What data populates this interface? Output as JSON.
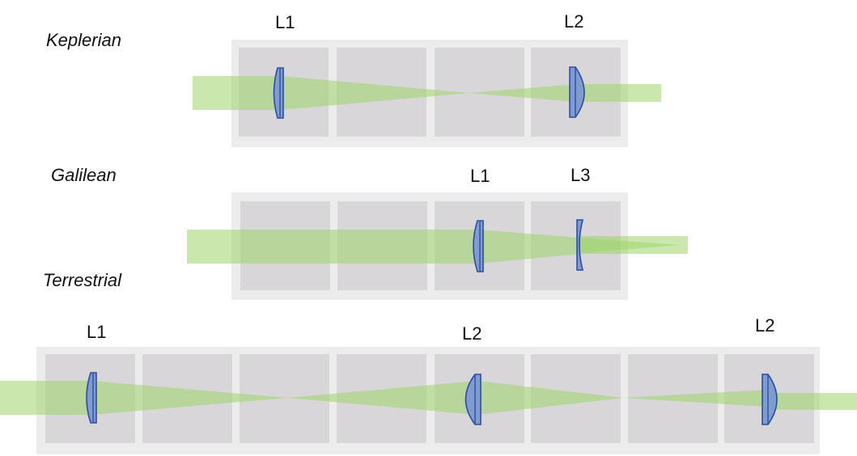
{
  "telescopes": [
    {
      "name": "Keplerian",
      "lenses": [
        {
          "label": "L1",
          "type": "converging"
        },
        {
          "label": "L2",
          "type": "plano-convex"
        }
      ]
    },
    {
      "name": "Galilean",
      "lenses": [
        {
          "label": "L1",
          "type": "converging"
        },
        {
          "label": "L3",
          "type": "diverging"
        }
      ]
    },
    {
      "name": "Terrestrial",
      "lenses": [
        {
          "label": "L1",
          "type": "converging"
        },
        {
          "label": "L2",
          "type": "plano-convex"
        },
        {
          "label": "L2",
          "type": "plano-convex"
        }
      ]
    }
  ],
  "colors": {
    "frame": "#ececec",
    "cell": "#d8d6d8",
    "beam": "#9fd66a",
    "lens_fill": "#7f9bd0",
    "lens_stroke": "#2b4f9e"
  }
}
